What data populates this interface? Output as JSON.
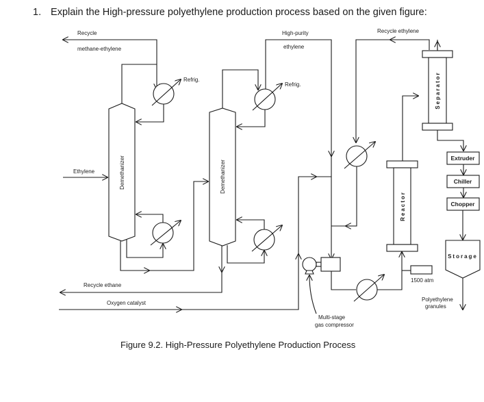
{
  "question": {
    "number": "1.",
    "text": "Explain the High-pressure polyethylene production process based on the given figure:"
  },
  "figure": {
    "caption": "Figure 9.2.  High-Pressure Polyethylene Production Process",
    "streams": {
      "recycle_methane_line1": "Recycle",
      "recycle_methane_line2": "methane-ethylene",
      "high_purity_line1": "High-purity",
      "high_purity_line2": "ethylene",
      "recycle_ethylene": "Recycle ethylene",
      "ethylene_feed": "Ethylene",
      "recycle_ethane": "Recycle ethane",
      "oxygen_catalyst": "Oxygen catalyst",
      "product_line1": "Polyethylene",
      "product_line2": "granules",
      "refrig_1": "Refrig.",
      "refrig_2": "Refrig."
    },
    "equipment": {
      "demethanizer": "Demethanizer",
      "deethanizer": "Demethanizer",
      "separator": "Separator",
      "reactor": "Reactor",
      "extruder": "Extruder",
      "chiller": "Chiller",
      "chopper": "Chopper",
      "storage": "Storage",
      "pressure": "1500 atm",
      "compressor_line1": "Multi-stage",
      "compressor_line2": "gas compressor"
    }
  }
}
